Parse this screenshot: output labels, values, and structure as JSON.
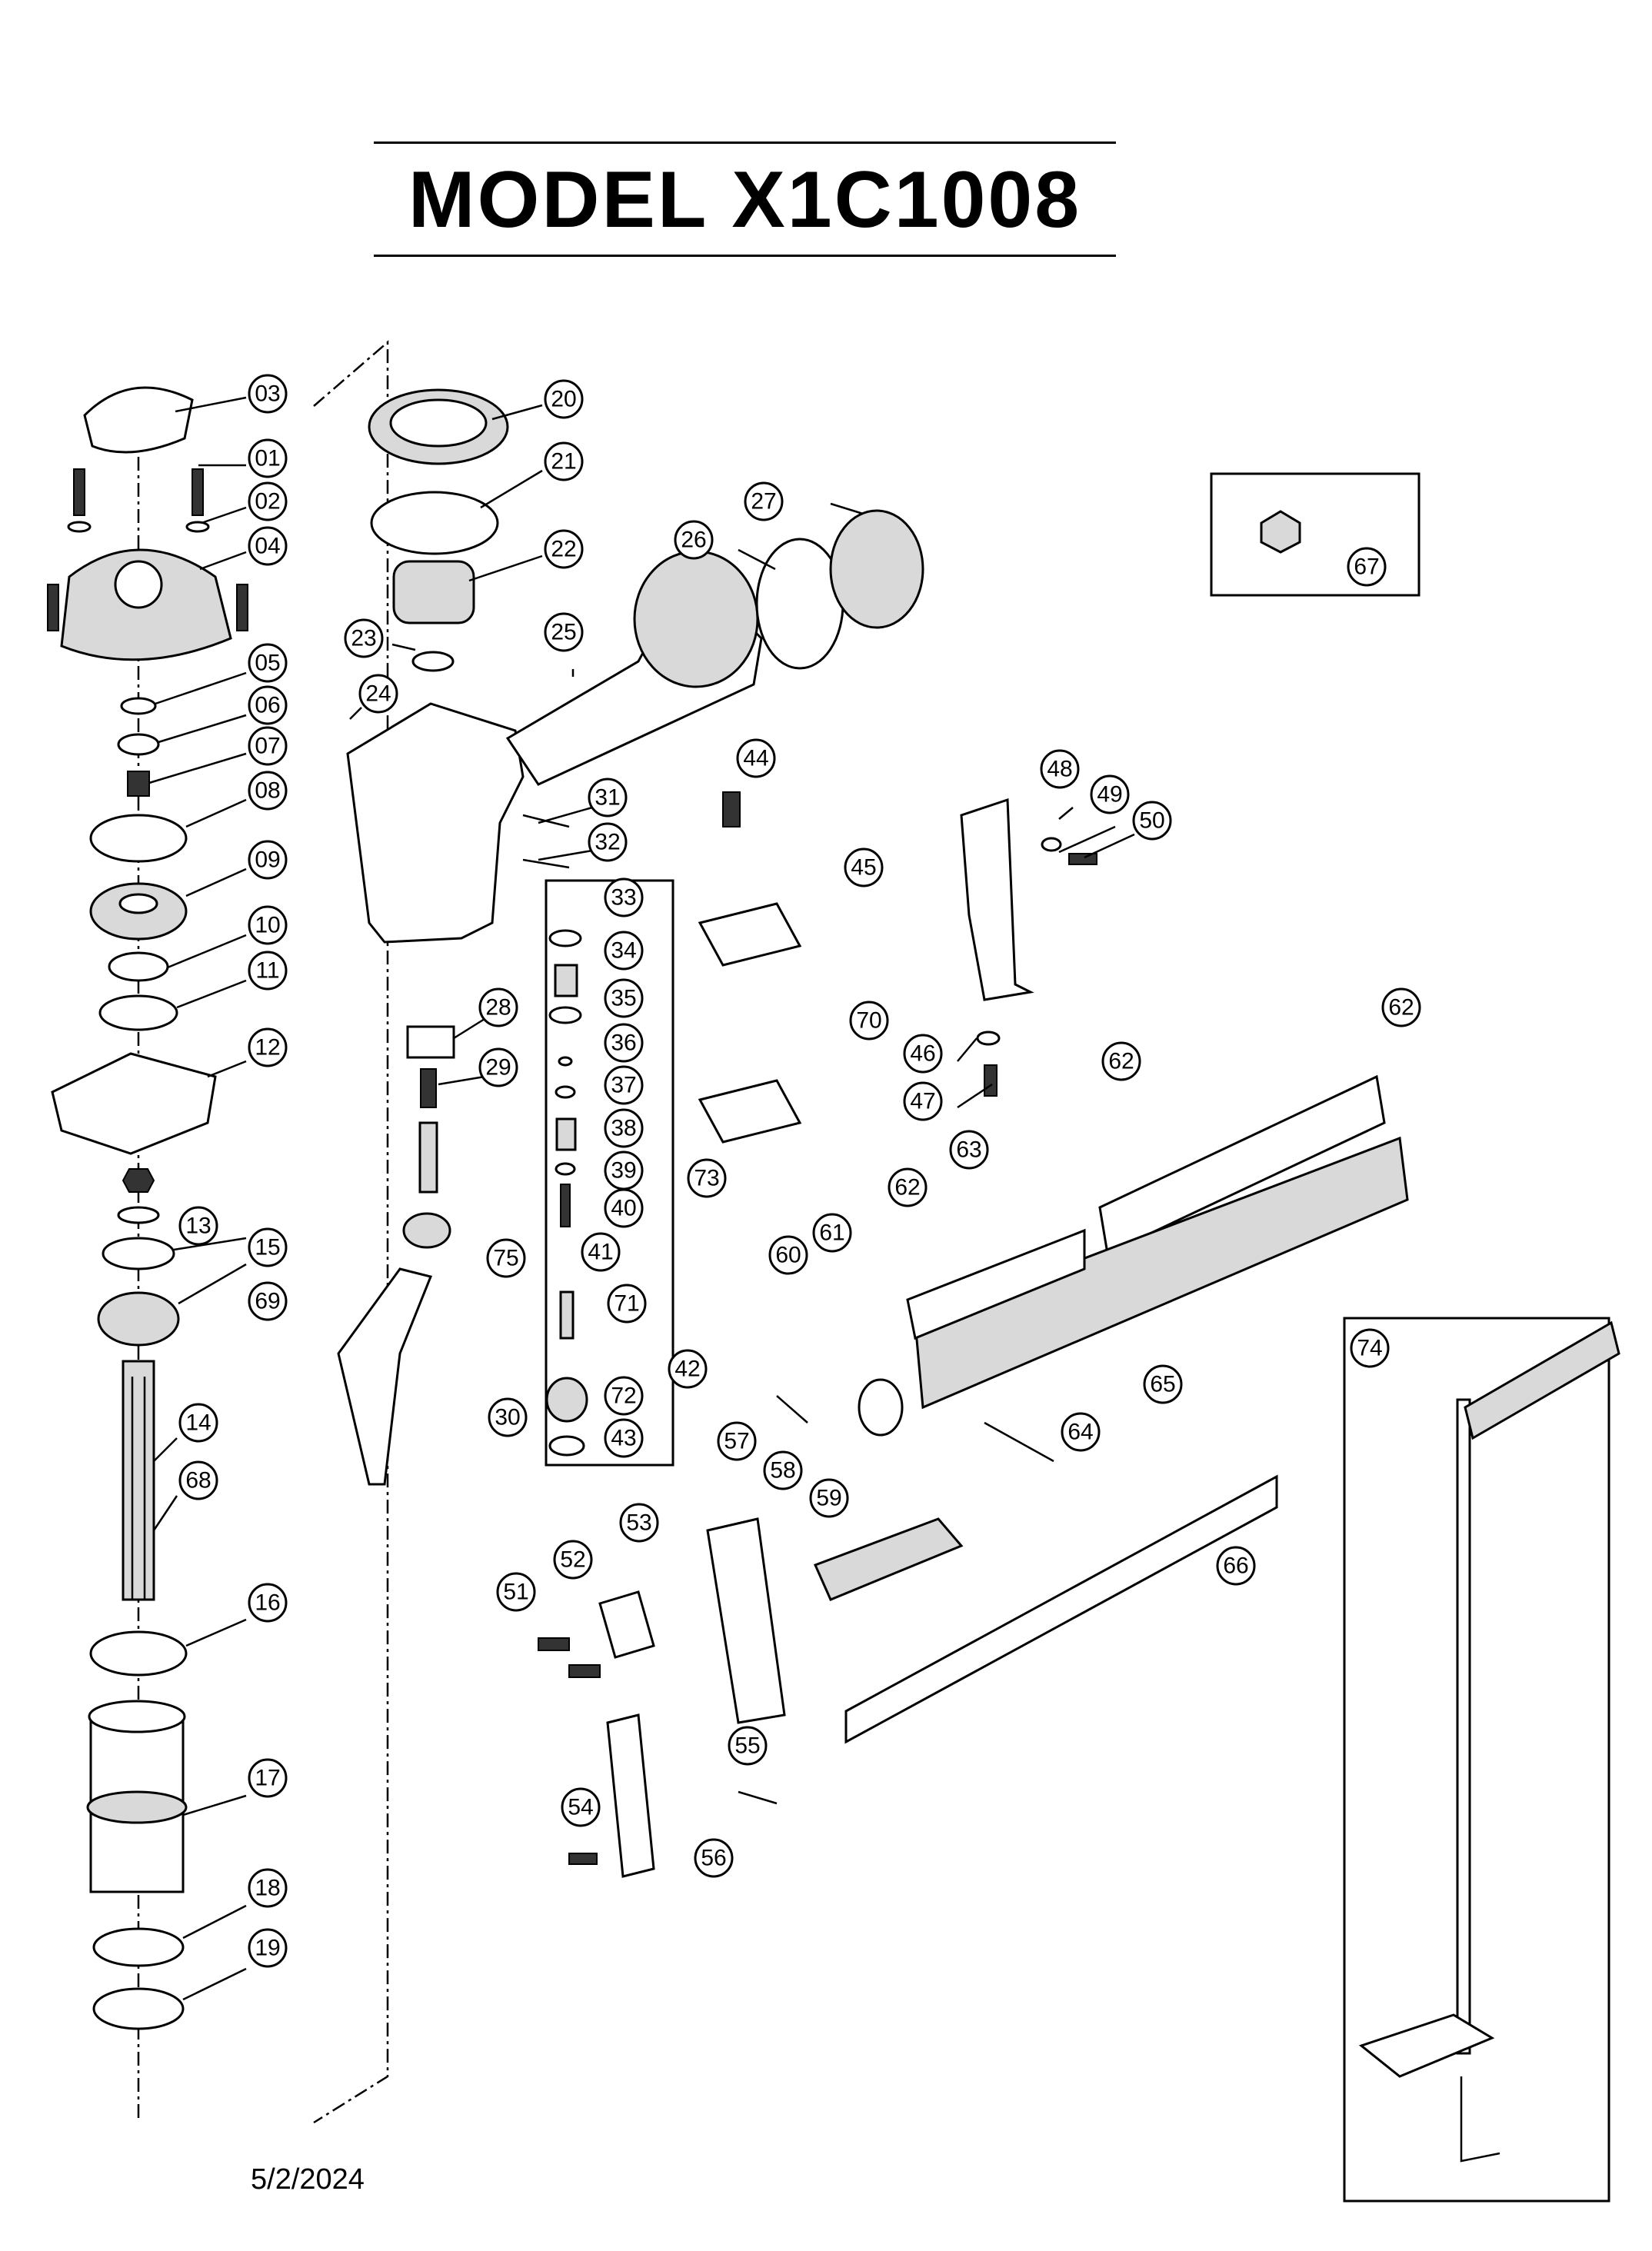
{
  "title": "MODEL  X1C1008",
  "date": "5/2/2024",
  "callouts": [
    "03",
    "01",
    "02",
    "04",
    "05",
    "06",
    "07",
    "08",
    "09",
    "10",
    "11",
    "12",
    "13",
    "15",
    "69",
    "14",
    "68",
    "16",
    "17",
    "18",
    "19",
    "20",
    "21",
    "22",
    "23",
    "24",
    "25",
    "26",
    "27",
    "28",
    "29",
    "30",
    "31",
    "32",
    "33",
    "34",
    "35",
    "36",
    "37",
    "38",
    "39",
    "40",
    "41",
    "42",
    "43",
    "44",
    "45",
    "46",
    "47",
    "48",
    "49",
    "50",
    "51",
    "52",
    "53",
    "54",
    "55",
    "56",
    "57",
    "58",
    "59",
    "60",
    "61",
    "62",
    "63",
    "64",
    "65",
    "66",
    "67",
    "70",
    "71",
    "72",
    "73",
    "74",
    "75"
  ],
  "inset_labels": [
    "67",
    "74"
  ]
}
